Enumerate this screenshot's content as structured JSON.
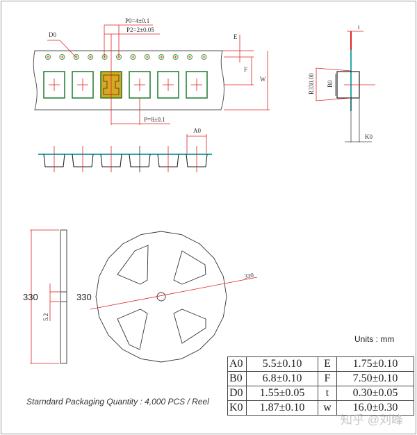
{
  "tape_drawing": {
    "labels": {
      "P0": "P0=4±0.1",
      "P2": "P2=2±0.05",
      "D0": "D0",
      "P": "P=8±0.1",
      "A0": "A0",
      "E": "E",
      "F": "F",
      "W": "W",
      "t": "t",
      "B0": "B0",
      "K0": "K0",
      "R": "R330.00"
    },
    "colors": {
      "dimension": "#e02020",
      "pocket": "#1a7a2a",
      "component": "#d8a820",
      "hole": "#3aa03a"
    }
  },
  "reel_drawing": {
    "side_height": "330",
    "hub": "5.2",
    "diameter_left": "330",
    "diameter_right": "330"
  },
  "units": "Units : mm",
  "spec_table": [
    {
      "k1": "A0",
      "v1": "5.5±0.10",
      "k2": "E",
      "v2": "1.75±0.10"
    },
    {
      "k1": "B0",
      "v1": "6.8±0.10",
      "k2": "F",
      "v2": "7.50±0.10"
    },
    {
      "k1": "D0",
      "v1": "1.55±0.05",
      "k2": "t",
      "v2": "0.30±0.05"
    },
    {
      "k1": "K0",
      "v1": "1.87±0.10",
      "k2": "w",
      "v2": "16.0±0.30"
    }
  ],
  "caption": "Starndard Packaging Quantity : 4,000 PCS / Reel",
  "watermark": "知乎 @刘峰"
}
